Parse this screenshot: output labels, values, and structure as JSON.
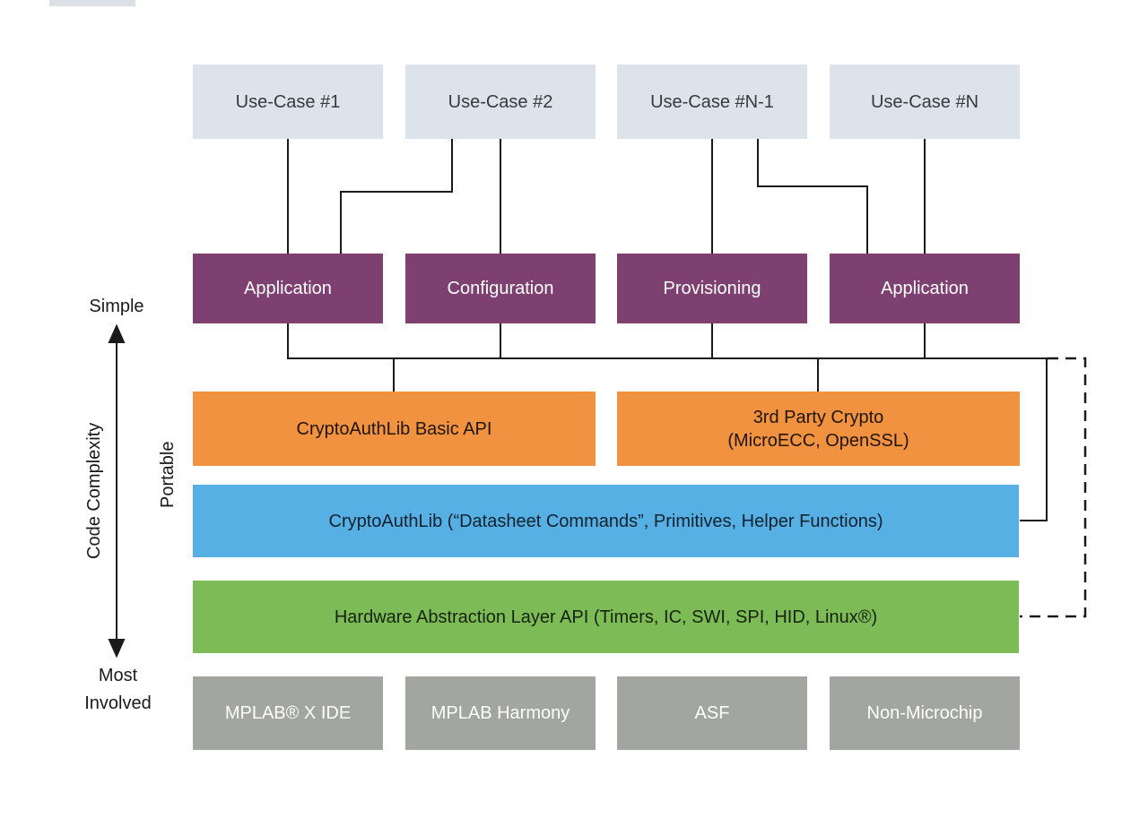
{
  "use_cases": [
    {
      "label": "Use-Case #1"
    },
    {
      "label": "Use-Case #2"
    },
    {
      "label": "Use-Case #N-1"
    },
    {
      "label": "Use-Case #N"
    }
  ],
  "app_row": [
    {
      "label": "Application"
    },
    {
      "label": "Configuration"
    },
    {
      "label": "Provisioning"
    },
    {
      "label": "Application"
    }
  ],
  "api_row": [
    {
      "label": "CryptoAuthLib Basic API"
    },
    {
      "line1": "3rd Party Crypto",
      "line2": "(MicroECC, OpenSSL)"
    }
  ],
  "core_row": {
    "label": "CryptoAuthLib (“Datasheet Commands”, Primitives, Helper Functions)"
  },
  "hal_row": {
    "label": "Hardware Abstraction Layer API (Timers, IC, SWI, SPI, HID, Linux®)"
  },
  "platform_row": [
    {
      "label": "MPLAB® X IDE"
    },
    {
      "label": "MPLAB Harmony"
    },
    {
      "label": "ASF"
    },
    {
      "label": "Non-Microchip"
    }
  ],
  "axis": {
    "top": "Simple",
    "bottom": "Most Involved",
    "title": "Code Complexity"
  },
  "portable": "Portable",
  "colors": {
    "use_case": "#dde3ea",
    "app": "#7e3f71",
    "api": "#f0923f",
    "core": "#57b0e3",
    "hal": "#7cbb55",
    "platform": "#a2a5a0",
    "line": "#1a1a1a",
    "text_light": "#ffffff"
  }
}
